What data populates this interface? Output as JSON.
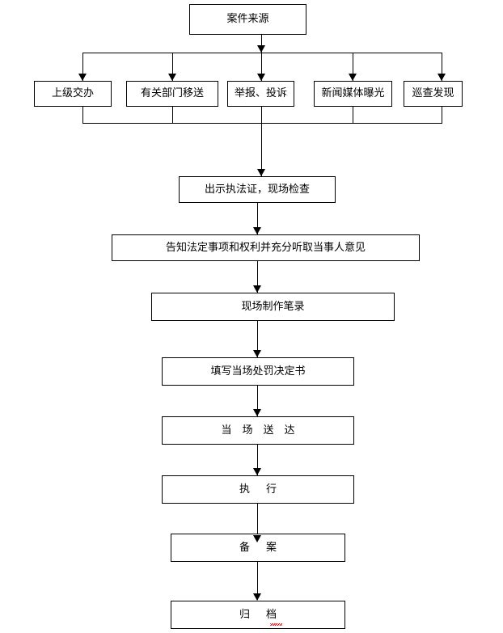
{
  "diagram": {
    "title": "案件来源流程图",
    "line_color": "#000000",
    "box_fill": "#ffffff",
    "spellcheck_color": "#e00000"
  },
  "nodes": {
    "source": {
      "label": "案件来源"
    },
    "branch": [
      {
        "label": "上级交办"
      },
      {
        "label": "有关部门移送"
      },
      {
        "label": "举报、投诉"
      },
      {
        "label": "新闻媒体曝光"
      },
      {
        "label": "巡查发现"
      }
    ],
    "steps": [
      {
        "label": "出示执法证，现场检查"
      },
      {
        "label": "告知法定事项和权利并充分听取当事人意见"
      },
      {
        "label": "现场制作笔录"
      },
      {
        "label": "填写当场处罚决定书"
      },
      {
        "label": "当场送达"
      },
      {
        "label": "执行"
      },
      {
        "label": "备案"
      },
      {
        "label": "归档"
      }
    ]
  }
}
